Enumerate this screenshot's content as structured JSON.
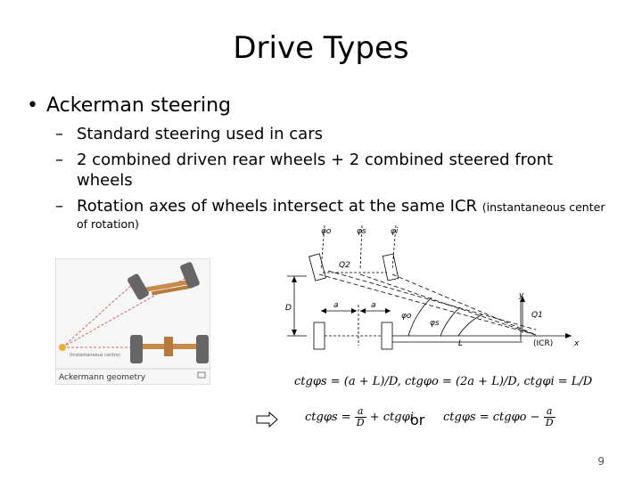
{
  "slide": {
    "title": "Drive Types",
    "bullet": "Ackerman steering",
    "sub_items": [
      {
        "dash": "–",
        "text": "Standard steering used in cars"
      },
      {
        "dash": "–",
        "line1": "2 combined driven rear wheels + 2 combined steered front",
        "line2": "wheels"
      },
      {
        "dash": "–",
        "main": "Rotation axes of wheels intersect at the same ICR",
        "small": "(instantaneous center",
        "small2": "of rotation)"
      }
    ],
    "page_number": "9"
  },
  "photo": {
    "caption": "Ackermann geometry",
    "tiny_label": "(Instantaneous centre)"
  },
  "diagram": {
    "labels": {
      "phi_o": "φo",
      "phi_s": "φs",
      "phi_i": "φi",
      "q2": "Q2",
      "q1": "Q1",
      "y": "y",
      "x": "x",
      "d": "D",
      "a1": "a",
      "a2": "a",
      "phi_o2": "φo",
      "phi_s2": "φs",
      "l": "L",
      "icr": "(ICR)"
    }
  },
  "formulas": {
    "line1": "ctgφs = (a + L)/D,   ctgφo = (2a + L)/D,   ctgφi = L/D",
    "left_a": "ctgφs =",
    "left_num": "a",
    "left_den": "D",
    "left_b": "+ ctgφi",
    "or": "or",
    "right_a": "ctgφs = ctgφo −",
    "right_num": "a",
    "right_den": "D"
  }
}
